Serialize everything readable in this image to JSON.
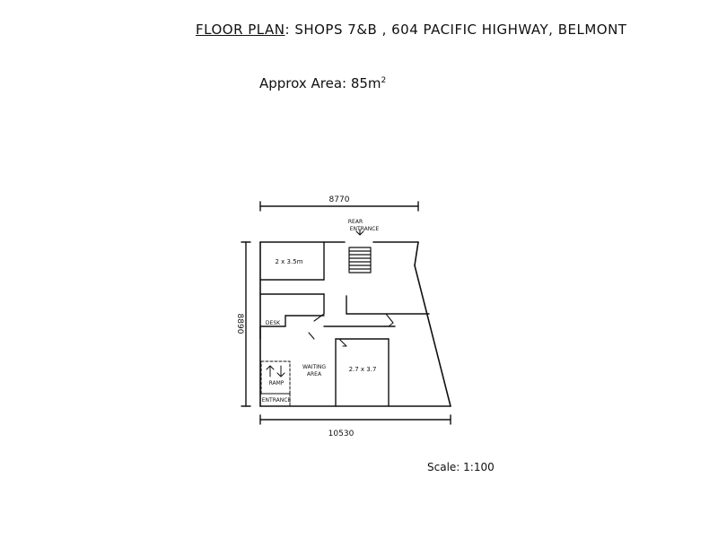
{
  "header": {
    "title_label": "FLOOR PLAN",
    "title_sep": ":",
    "title_text": "SHOPS 7&B , 604 PACIFIC HIGHWAY, BELMONT",
    "area_label": "Approx Area: 85m",
    "area_sup": "2"
  },
  "dimensions": {
    "top_width": "8770",
    "bottom_width": "10530",
    "height": "8890"
  },
  "rooms": {
    "room1_size": "2 x 3.5m",
    "room2_size": "2.7 x 3.7",
    "desk": "DESK",
    "waiting_line1": "WAITING",
    "waiting_line2": "AREA",
    "rear_line1": "REAR",
    "rear_line2": "ENTRANCE",
    "ramp": "RAMP",
    "entrance": "ENTRANCE"
  },
  "footer": {
    "scale": "Scale: 1:100"
  }
}
